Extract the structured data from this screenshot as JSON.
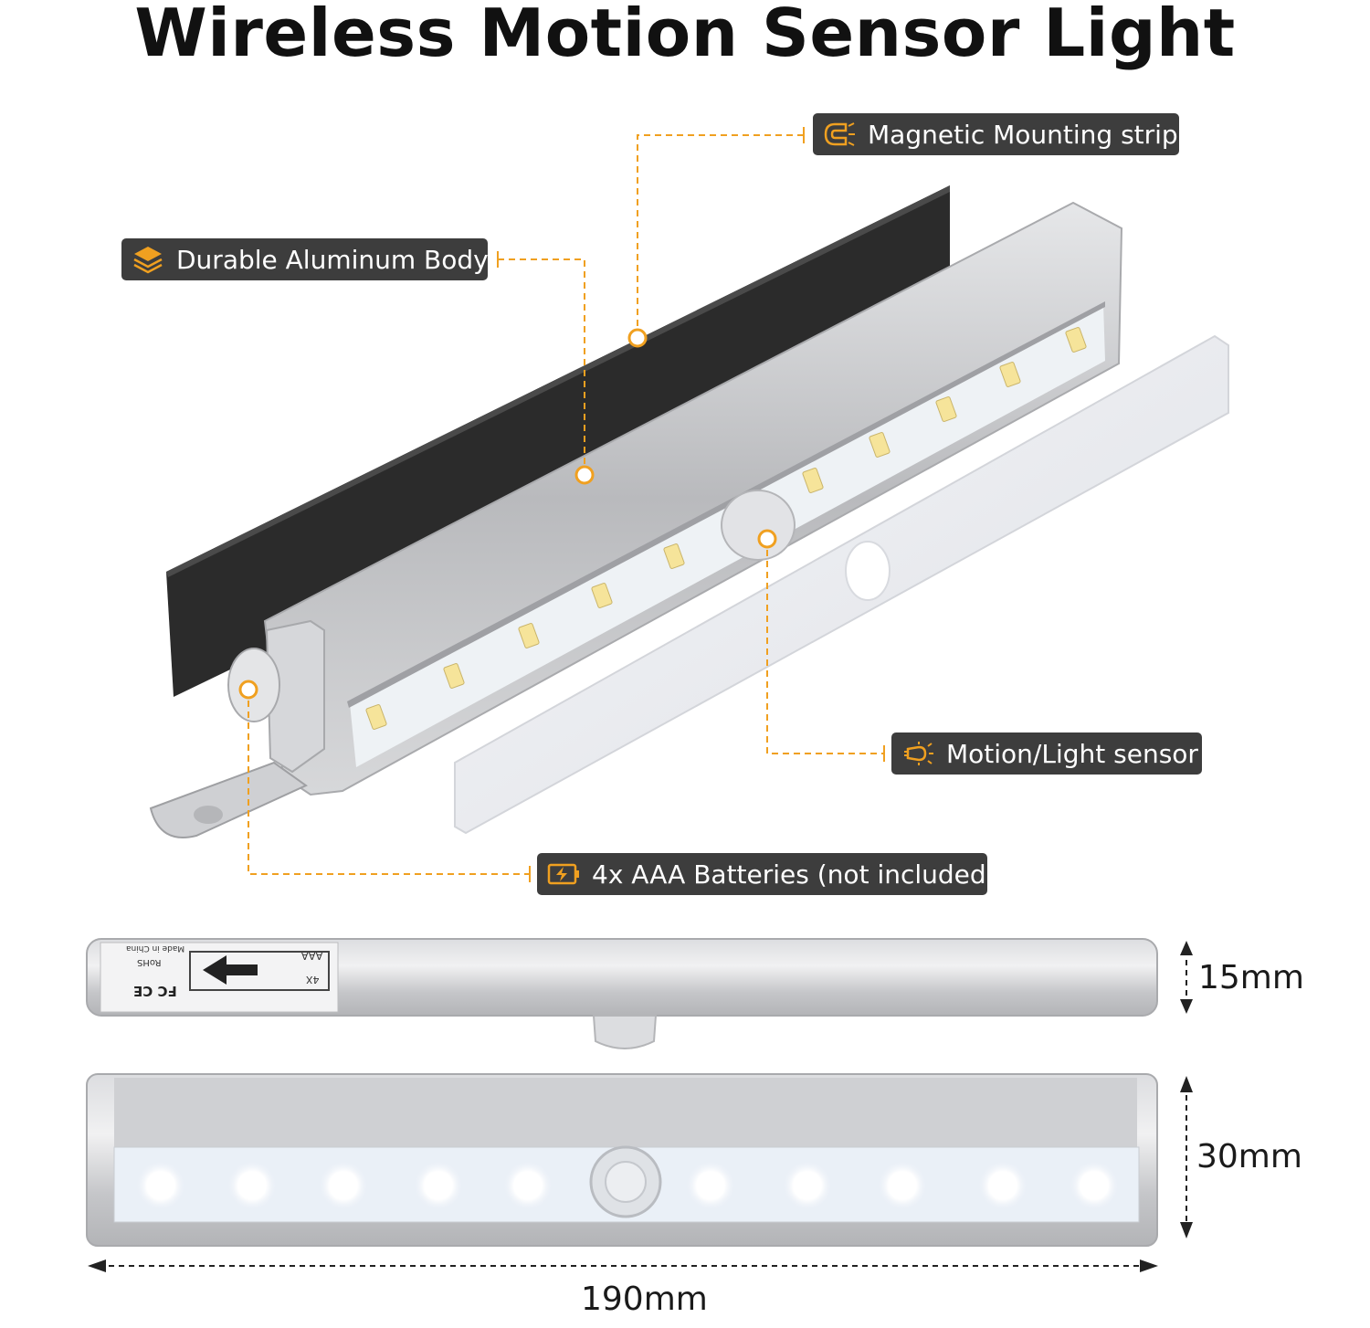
{
  "title": "Wireless Motion Sensor Light",
  "callouts": {
    "magnetic": {
      "label": "Magnetic Mounting strip",
      "icon": "magnet-icon"
    },
    "aluminum": {
      "label": "Durable Aluminum Body",
      "icon": "layers-icon"
    },
    "sensor": {
      "label": "Motion/Light sensor",
      "icon": "sensor-icon"
    },
    "batteries": {
      "label": "4x AAA Batteries (not included)",
      "icon": "battery-icon"
    }
  },
  "dimensions": {
    "height_side": "15mm",
    "height_front": "30mm",
    "length": "190mm"
  },
  "product_markings": {
    "battery_type": "AAA",
    "battery_count": "4X",
    "origin": "Made in China",
    "rohs": "RoHS",
    "certs": "FC CE"
  },
  "colors": {
    "accent": "#f0a020",
    "callout_bg": "#3d3d3d",
    "aluminum": "#c8c9cb",
    "strip": "#2b2b2b"
  }
}
